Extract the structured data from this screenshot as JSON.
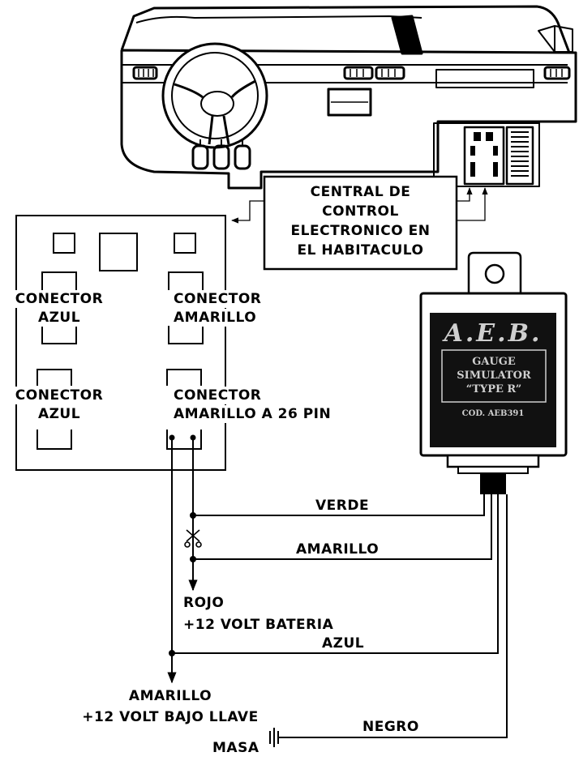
{
  "central_label": [
    "CENTRAL DE",
    "CONTROL",
    "ELECTRONICO EN",
    "EL HABITACULO"
  ],
  "connectors": {
    "top_left": [
      "CONECTOR",
      "AZUL"
    ],
    "top_right": [
      "CONECTOR",
      "AMARILLO"
    ],
    "bottom_left": [
      "CONECTOR",
      "AZUL"
    ],
    "bottom_right": [
      "CONECTOR",
      "AMARILLO A 26 PIN"
    ]
  },
  "module": {
    "brand": "A.E.B.",
    "product": [
      "GAUGE",
      "SIMULATOR",
      "“TYPE R”"
    ],
    "code": "COD. AEB391"
  },
  "wires": {
    "verde": "VERDE",
    "amarillo": "AMARILLO",
    "rojo": [
      "ROJO",
      "+12 VOLT BATERIA"
    ],
    "azul": "AZUL",
    "amarillo_llave": [
      "AMARILLO",
      "+12 VOLT BAJO LLAVE"
    ],
    "negro": "NEGRO",
    "masa": "MASA"
  },
  "icons": [
    "dashboard-illustration",
    "scissors-icon",
    "ground-symbol-icon",
    "arrow-icon"
  ]
}
